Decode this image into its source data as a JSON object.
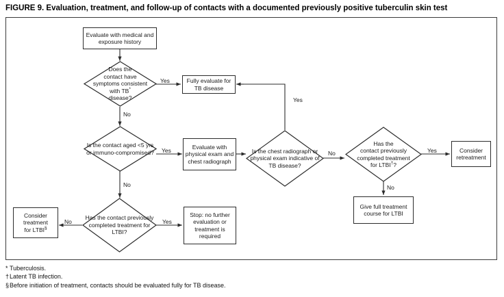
{
  "figure": {
    "title": "FIGURE 9. Evaluation, treatment, and follow-up of contacts with a documented previously positive tuberculin skin test"
  },
  "nodes": {
    "start_evaluate": "Evaluate with medical and exposure history",
    "decision_symptoms": "Does the contact have symptoms consistent with TB* disease?",
    "fully_evaluate": "Fully evaluate for TB disease",
    "decision_age": "Is the contact aged <5 yrs or immuno-compromised?",
    "evaluate_physical": "Evaluate with physical exam and chest radiograph",
    "decision_radiograph": "Is the chest radiograph or physical exam indicative of TB disease?",
    "decision_ltbi_right": "Has the contact previously completed treatment for LTBI†?",
    "consider_retreatment": "Consider retreatment",
    "give_full_treatment": "Give full treatment course for LTBI",
    "decision_ltbi_bottom": "Has the contact previously completed treatment for LTBI?",
    "stop_no_further": "Stop: no further evaluation or treatment is required",
    "consider_treatment": "Consider treatment for LTBI§"
  },
  "edges": {
    "yes_symptoms": "Yes",
    "no_symptoms": "No",
    "yes_age": "Yes",
    "no_age": "No",
    "yes_radiograph": "Yes",
    "no_radiograph": "No",
    "yes_ltbi_right": "Yes",
    "no_ltbi_right": "No",
    "yes_ltbi_bottom": "Yes",
    "no_ltbi_bottom": "No"
  },
  "footnotes": [
    {
      "mark": "*",
      "text": "Tuberculosis."
    },
    {
      "mark": "†",
      "text": "Latent TB infection."
    },
    {
      "mark": "§",
      "text": "Before initiation of treatment, contacts should be evaluated fully for TB disease."
    }
  ],
  "colors": {
    "frame": "#3a3a3a",
    "node_border": "#2b2b2b",
    "line": "#2b2b2b",
    "text": "#111111",
    "background": "#ffffff"
  }
}
